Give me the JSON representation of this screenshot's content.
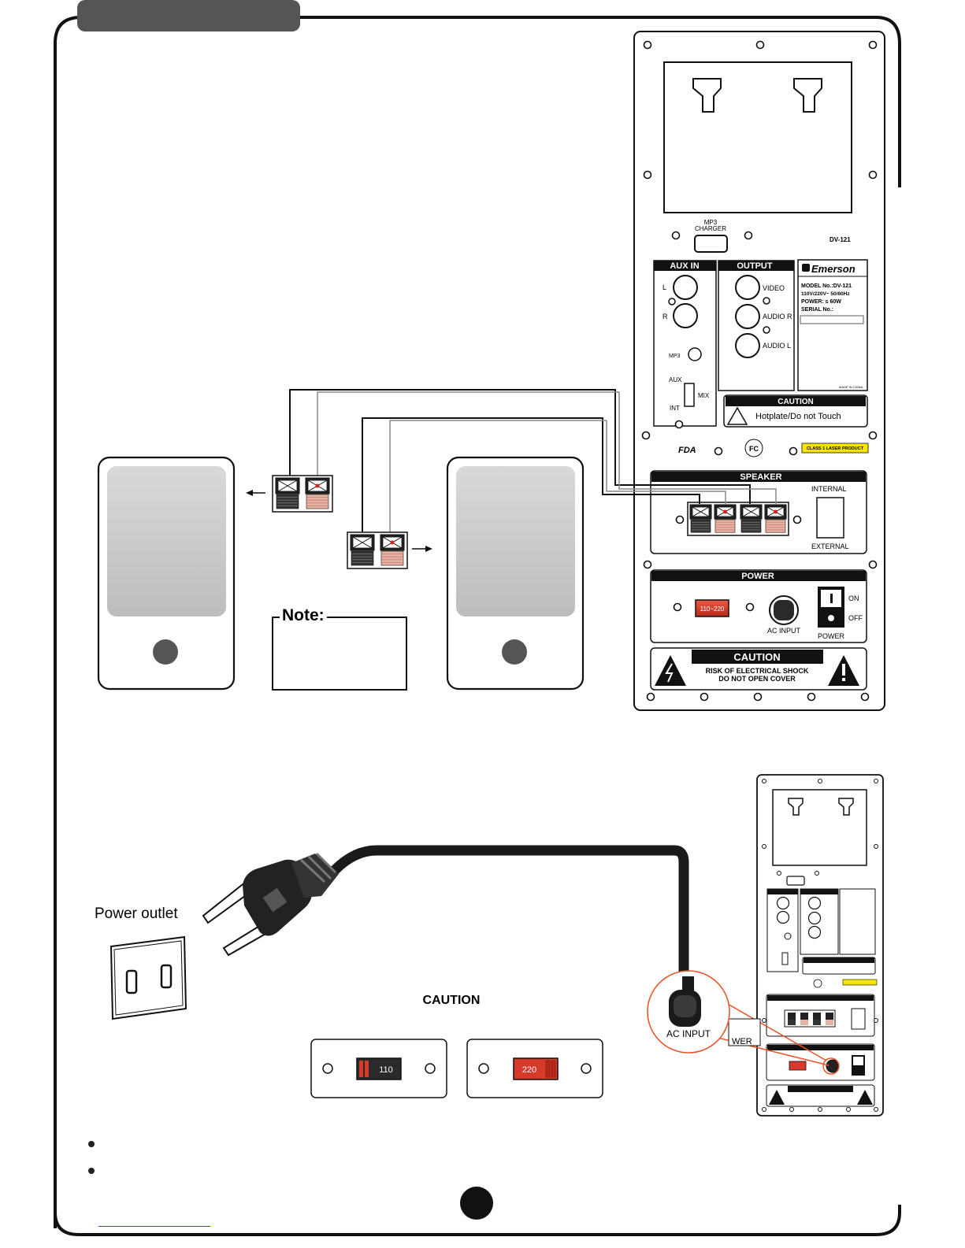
{
  "panel": {
    "model_code": "DV-121",
    "mp3_charger_line1": "MP3",
    "mp3_charger_line2": "CHARGER",
    "aux_in_title": "AUX IN",
    "aux_l": "L",
    "aux_r": "R",
    "mp3": "MP3",
    "aux": "AUX",
    "int": "INT",
    "mix": "MIX",
    "output_title": "OUTPUT",
    "video": "VIDEO",
    "audio_r": "AUDIO R",
    "audio_l": "AUDIO L",
    "brand": "Emerson",
    "label_model": "MODEL No.:DV-121",
    "label_voltage": "110V/220V~ 50/60Hz",
    "label_power": "POWER: ≤ 60W",
    "label_serial": "SERIAL No.:",
    "label_made_in": "MADE IN CHINA",
    "caution_title": "CAUTION",
    "caution_hot": "Hotplate/Do not Touch",
    "fda": "FDA",
    "fcc": "FC",
    "laser": "CLASS 1 LASER PRODUCT",
    "speaker_title": "SPEAKER",
    "internal": "INTERNAL",
    "external": "EXTERNAL",
    "power_title": "POWER",
    "voltage_switch": "110~220",
    "ac_input": "AC INPUT",
    "power_label": "POWER",
    "on": "ON",
    "off": "OFF",
    "caution2_title": "CAUTION",
    "caution2_line1": "RISK OF ELECTRICAL SHOCK",
    "caution2_line2": "DO NOT OPEN COVER"
  },
  "note_label": "Note:",
  "power_outlet_label": "Power outlet",
  "caution_heading": "CAUTION",
  "switch_110": "110",
  "switch_220": "220",
  "zoom_ac_input": "AC INPUT",
  "zoom_power_partial": "WER",
  "colors": {
    "tab_gray": "#555555",
    "switch_red": "#d63a2a",
    "laser_yellow": "#f5e500",
    "zoom_orange": "#e8562a",
    "speaker_face": "#cdcdcd",
    "link_blue": "#3a43d6"
  }
}
